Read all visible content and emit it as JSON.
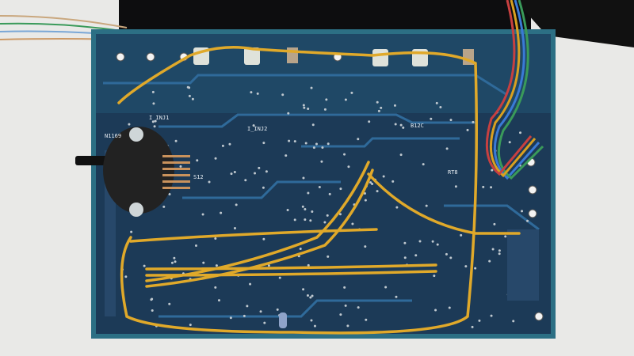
{
  "photo": {
    "subject": "pcb-underside-with-wires",
    "colors": {
      "background": "#e9e9e7",
      "board": "#1c3a57",
      "board_edge": "#2c6f84",
      "trace": "#2f6a9a",
      "wire": "#e0a92a",
      "enclosure": "#0d0d0f"
    },
    "silkscreen": {
      "ic_label": "N1169",
      "inj1": "I_INJ1",
      "inj2": "I_INJ2",
      "b12c": "B12C",
      "s12": "S12",
      "rt": "RT8"
    }
  }
}
